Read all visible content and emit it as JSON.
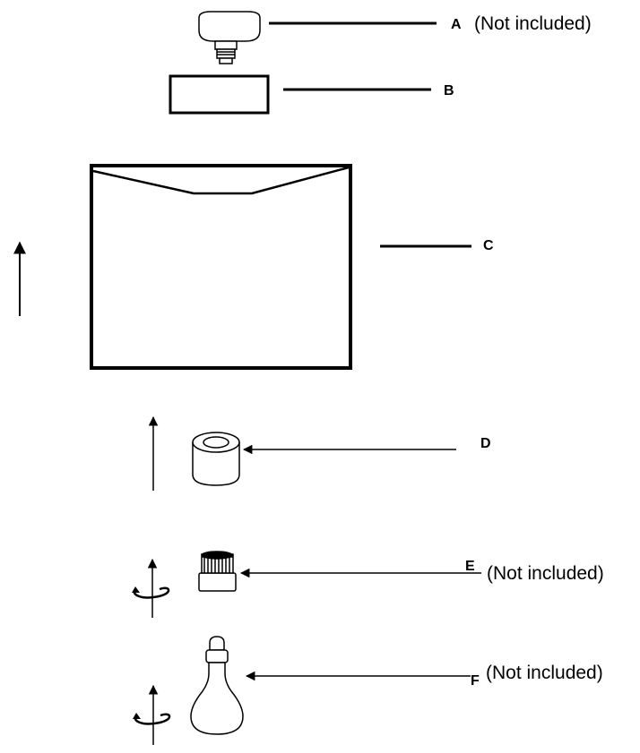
{
  "parts": [
    {
      "id": "A",
      "label": "A",
      "note": "(Not included)"
    },
    {
      "id": "B",
      "label": "B",
      "note": ""
    },
    {
      "id": "C",
      "label": "C",
      "note": ""
    },
    {
      "id": "D",
      "label": "D",
      "note": ""
    },
    {
      "id": "E",
      "label": "E",
      "note": "(Not included)"
    },
    {
      "id": "F",
      "label": "F",
      "note": "(Not included)"
    }
  ]
}
